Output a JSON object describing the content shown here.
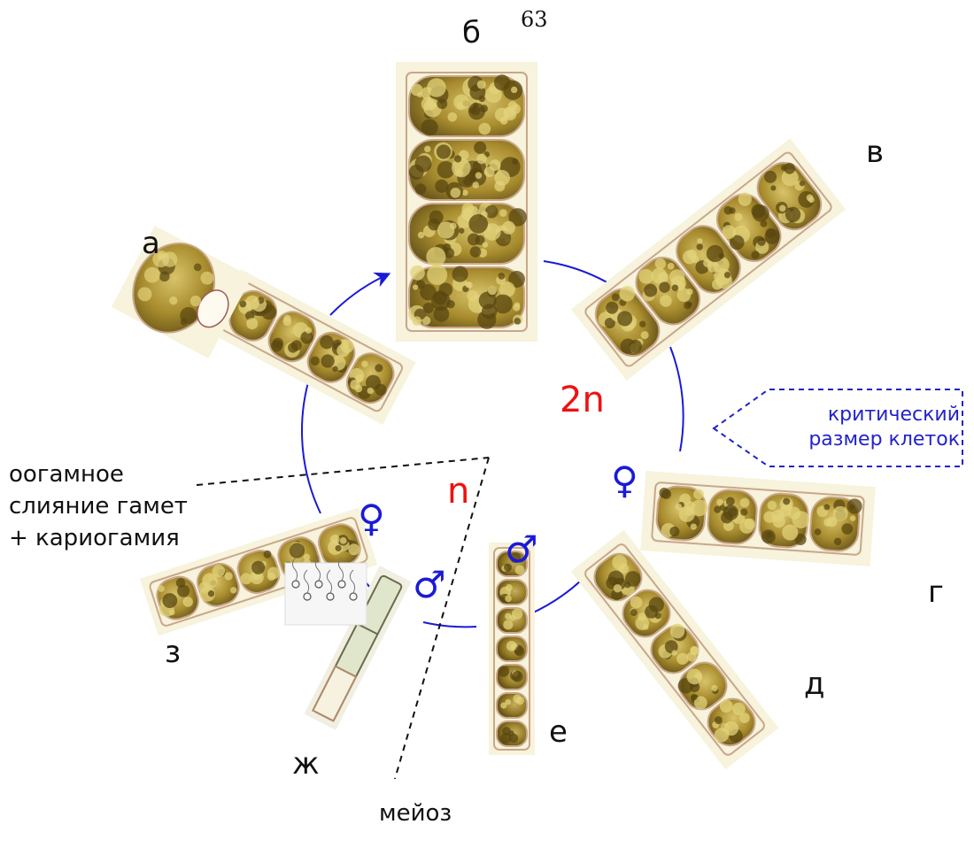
{
  "page_number": "63",
  "ploidy": {
    "diploid": "2n",
    "haploid": "n"
  },
  "stage_labels": {
    "a": "а",
    "b": "б",
    "v": "в",
    "g": "г",
    "d": "д",
    "e": "е",
    "zh": "ж",
    "z": "з"
  },
  "symbols": {
    "female": "♀",
    "male": "♂"
  },
  "notes": {
    "fusion": "оогамное\nслияние гамет\n+ кариогамия",
    "meiosis": "мейоз",
    "critical_line1": "критический",
    "critical_line2": "размер клеток"
  },
  "colors": {
    "cycle_line": "#1a1ad8",
    "ploidy_text": "#ee1111",
    "cell_fill": "#b59a3a",
    "cell_wall": "#c9a78a",
    "photo_bg": "#f7f3dc"
  }
}
